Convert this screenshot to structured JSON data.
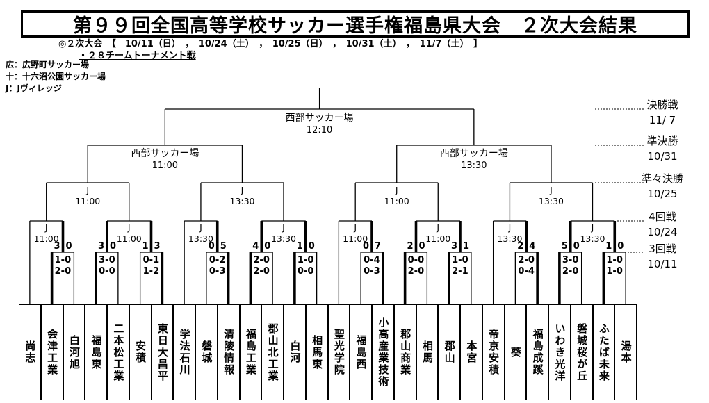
{
  "header": {
    "title": "第９９回全国高等学校サッカー選手権福島県大会　２次大会結果",
    "subtitle": "◎２次大会　【　10/11（日）　，　10/24（土）　，　10/25（日）　，　10/31（土）　，　11/7（土）　】",
    "format_note": "・２８チームトーナメント戦"
  },
  "legend": [
    "広：広野町サッカー場",
    "十：十六沼公園サッカー場",
    "J：Jヴィレッジ"
  ],
  "rounds": [
    {
      "name": "決勝戦",
      "date": "11/ 7"
    },
    {
      "name": "準決勝",
      "date": "10/31"
    },
    {
      "name": "準々決勝",
      "date": "10/25"
    },
    {
      "name": "4回戦",
      "date": "10/24"
    },
    {
      "name": "3回戦",
      "date": "10/11"
    }
  ],
  "teams": [
    "尚志",
    "会津工業",
    "白河旭",
    "福島東",
    "二本松工業",
    "安積",
    "東日大昌平",
    "学法石川",
    "磐城",
    "清陵情報",
    "福島工業",
    "郡山北工業",
    "白河",
    "相馬東",
    "聖光学院",
    "福島西",
    "小高産業技術",
    "郡山商業",
    "相馬",
    "郡山",
    "本宮",
    "帝京安積",
    "葵",
    "福島成蹊",
    "いわき光洋",
    "磐城桜が丘",
    "ふたば未来",
    "湯本"
  ],
  "round3_matches": [
    {
      "teams": [
        1,
        2
      ],
      "score": [
        3,
        0
      ],
      "halves": [
        "1-0",
        "2-0"
      ],
      "winner": 0
    },
    {
      "teams": [
        3,
        4
      ],
      "score": [
        3,
        0
      ],
      "halves": [
        "3-0",
        "0-0"
      ],
      "winner": 0
    },
    {
      "teams": [
        5,
        6
      ],
      "score": [
        1,
        3
      ],
      "halves": [
        "0-1",
        "1-2"
      ],
      "winner": 1
    },
    {
      "teams": [
        8,
        9
      ],
      "score": [
        0,
        5
      ],
      "halves": [
        "0-2",
        "0-3"
      ],
      "winner": 1
    },
    {
      "teams": [
        10,
        11
      ],
      "score": [
        4,
        0
      ],
      "halves": [
        "2-0",
        "2-0"
      ],
      "winner": 0
    },
    {
      "teams": [
        12,
        13
      ],
      "score": [
        1,
        0
      ],
      "halves": [
        "1-0",
        "0-0"
      ],
      "winner": 0
    },
    {
      "teams": [
        15,
        16
      ],
      "score": [
        0,
        7
      ],
      "halves": [
        "0-4",
        "0-3"
      ],
      "winner": 1
    },
    {
      "teams": [
        17,
        18
      ],
      "score": [
        2,
        0
      ],
      "halves": [
        "0-0",
        "2-0"
      ],
      "winner": 0
    },
    {
      "teams": [
        19,
        20
      ],
      "score": [
        3,
        1
      ],
      "halves": [
        "1-0",
        "2-1"
      ],
      "winner": 0
    },
    {
      "teams": [
        22,
        23
      ],
      "score": [
        2,
        4
      ],
      "halves": [
        "2-0",
        "0-4"
      ],
      "winner": 1
    },
    {
      "teams": [
        24,
        25
      ],
      "score": [
        5,
        0
      ],
      "halves": [
        "3-0",
        "2-0"
      ],
      "winner": 0
    },
    {
      "teams": [
        26,
        27
      ],
      "score": [
        1,
        0
      ],
      "halves": [
        "1-0",
        "1-0"
      ],
      "winner": 0
    }
  ],
  "round4_matches": [
    {
      "venue": "J",
      "time": "11:00",
      "left": {
        "bye_team": 0
      },
      "right": {
        "match": 0
      }
    },
    {
      "venue": "J",
      "time": "11:00",
      "left": {
        "match": 1
      },
      "right": {
        "match": 2
      }
    },
    {
      "venue": "J",
      "time": "13:30",
      "left": {
        "bye_team": 7
      },
      "right": {
        "match": 3
      }
    },
    {
      "venue": "J",
      "time": "13:30",
      "left": {
        "match": 4
      },
      "right": {
        "match": 5
      }
    },
    {
      "venue": "J",
      "time": "11:00",
      "left": {
        "bye_team": 14
      },
      "right": {
        "match": 6
      }
    },
    {
      "venue": "J",
      "time": "11:00",
      "left": {
        "match": 7
      },
      "right": {
        "match": 8
      }
    },
    {
      "venue": "J",
      "time": "13:30",
      "left": {
        "bye_team": 21
      },
      "right": {
        "match": 9
      }
    },
    {
      "venue": "J",
      "time": "13:30",
      "left": {
        "match": 10
      },
      "right": {
        "match": 11
      }
    }
  ],
  "quarterfinal_matches": [
    {
      "venue": "J",
      "time": "11:00"
    },
    {
      "venue": "J",
      "time": "13:30"
    },
    {
      "venue": "J",
      "time": "11:00"
    },
    {
      "venue": "J",
      "time": "13:30"
    }
  ],
  "semifinal_matches": [
    {
      "venue": "西部サッカー場",
      "time": "11:00"
    },
    {
      "venue": "西部サッカー場",
      "time": "13:30"
    }
  ],
  "final_match": {
    "venue": "西部サッカー場",
    "time": "12:10"
  }
}
